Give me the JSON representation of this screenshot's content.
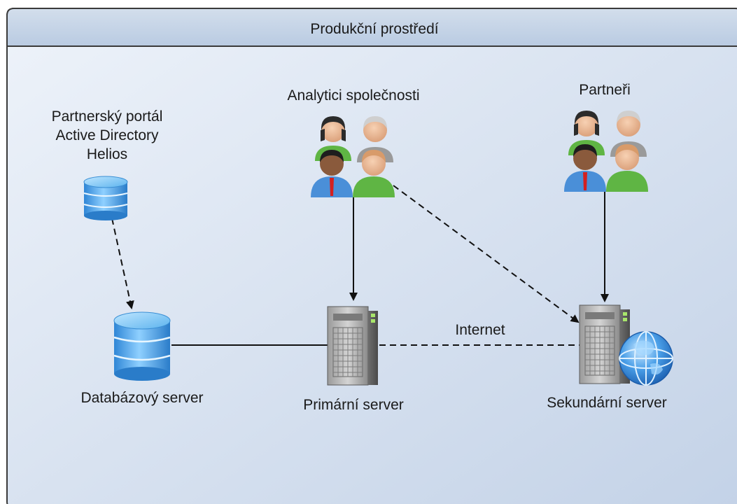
{
  "container": {
    "title": "Produkční prostředí"
  },
  "nodes": {
    "data_sources": {
      "lines": [
        "Partnerský portál",
        "Active Directory",
        "Helios"
      ],
      "icon": "database-icon"
    },
    "analysts": {
      "label": "Analytici společnosti",
      "icon": "user-group-icon"
    },
    "partners": {
      "label": "Partneři",
      "icon": "user-group-icon"
    },
    "db_server": {
      "label": "Databázový server",
      "icon": "database-icon"
    },
    "primary_server": {
      "label": "Primární server",
      "icon": "server-tower-icon"
    },
    "secondary_server": {
      "label": "Sekundární server",
      "icon": "server-tower-icon",
      "badge_icon": "globe-icon"
    }
  },
  "edges": [
    {
      "from": "data_sources",
      "to": "db_server",
      "style": "dashed",
      "arrow": true
    },
    {
      "from": "analysts",
      "to": "primary_server",
      "style": "solid",
      "arrow": true
    },
    {
      "from": "analysts",
      "to": "secondary_server",
      "style": "dashed",
      "arrow": true
    },
    {
      "from": "partners",
      "to": "secondary_server",
      "style": "solid",
      "arrow": true
    },
    {
      "from": "db_server",
      "to": "primary_server",
      "style": "solid",
      "arrow": false
    },
    {
      "from": "primary_server",
      "to": "secondary_server",
      "style": "dashed",
      "arrow": false,
      "label": "Internet"
    }
  ],
  "colors": {
    "header_bg": "#c5d4e8",
    "panel_bg_light": "#eaf0f8",
    "panel_bg_dark": "#c8d6ea",
    "border": "#3a3a3a",
    "db_blue": "#3d9ae6",
    "server_gray": "#8f8f8f",
    "globe_blue": "#2a7fd6"
  }
}
